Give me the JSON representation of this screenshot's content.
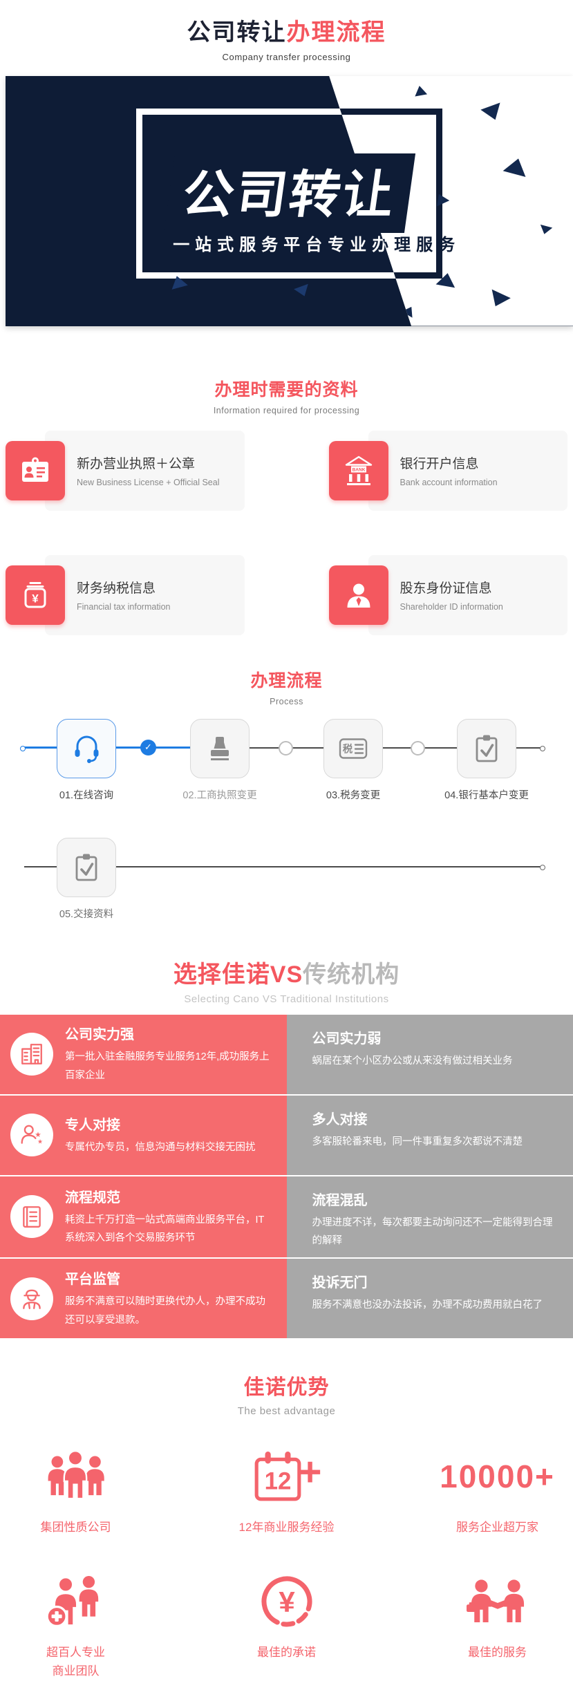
{
  "header": {
    "title_dark": "公司转让",
    "title_red": "办理流程",
    "subtitle": "Company transfer processing"
  },
  "banner": {
    "heading": "公司转让",
    "tagline_left": "一站式服务平台",
    "tagline_right": "专业办理服务"
  },
  "materials": {
    "title": "办理时需要的资料",
    "subtitle": "Information required for processing",
    "cards": [
      {
        "icon": "id-card-icon",
        "title": "新办营业执照＋公章",
        "subtitle": "New Business License + Official Seal"
      },
      {
        "icon": "bank-icon",
        "icon_text": "BANK",
        "title": "银行开户信息",
        "subtitle": "Bank account information"
      },
      {
        "icon": "money-box-icon",
        "icon_text": "¥",
        "title": "财务纳税信息",
        "subtitle": "Financial tax information"
      },
      {
        "icon": "shareholder-icon",
        "title": "股东身份证信息",
        "subtitle": "Shareholder ID information"
      }
    ]
  },
  "process": {
    "title": "办理流程",
    "subtitle": "Process",
    "check_mark": "✓",
    "steps": [
      {
        "icon": "headset-icon",
        "label": "01.在线咨询"
      },
      {
        "icon": "stamp-icon",
        "label": "02.工商执照变更"
      },
      {
        "icon": "tax-badge-icon",
        "badge": "税",
        "label": "03.税务变更"
      },
      {
        "icon": "clipboard-check-icon",
        "label": "04.银行基本户变更"
      },
      {
        "icon": "clipboard-check-icon",
        "label": "05.交接资料"
      }
    ]
  },
  "comparison": {
    "title_red": "选择佳诺VS",
    "title_gray": "传统机构",
    "subtitle": "Selecting Cano VS Traditional Institutions",
    "rows": [
      {
        "left": {
          "icon": "building-icon",
          "title": "公司实力强",
          "desc": "第一批入驻金融服务专业服务12年,成功服务上百家企业"
        },
        "right": {
          "title": "公司实力弱",
          "desc": "蜗居在某个小区办公或从来没有做过相关业务"
        }
      },
      {
        "left": {
          "icon": "agent-star-icon",
          "title": "专人对接",
          "desc": "专属代办专员，信息沟通与材料交接无困扰"
        },
        "right": {
          "title": "多人对接",
          "desc": "多客服轮番来电，同一件事重复多次都说不清楚"
        }
      },
      {
        "left": {
          "icon": "checklist-icon",
          "title": "流程规范",
          "desc": "耗资上千万打造一站式高端商业服务平台，IT系统深入到各个交易服务环节"
        },
        "right": {
          "title": "流程混乱",
          "desc": "办理进度不详，每次都要主动询问还不一定能得到合理的解释"
        }
      },
      {
        "left": {
          "icon": "supervisor-icon",
          "title": "平台监管",
          "desc": "服务不满意可以随时更换代办人，办理不成功还可以享受退款。"
        },
        "right": {
          "title": "投诉无门",
          "desc": "服务不满意也没办法投诉，办理不成功费用就白花了"
        }
      }
    ]
  },
  "advantages": {
    "title": "佳诺优势",
    "subtitle": "The best advantage",
    "items": [
      {
        "icon": "team-icon",
        "label": "集团性质公司"
      },
      {
        "icon": "calendar-12-icon",
        "calendar_number": "12",
        "plus_sign": "+",
        "label": "12年商业服务经验"
      },
      {
        "icon": "stat-number",
        "stat": "10000+",
        "label": "服务企业超万家"
      },
      {
        "icon": "add-people-icon",
        "label_line1": "超百人专业",
        "label_line2": "商业团队"
      },
      {
        "icon": "yuan-coin-icon",
        "icon_text": "¥",
        "label": "最佳的承诺"
      },
      {
        "icon": "handshake-icon",
        "label": "最佳的服务"
      }
    ]
  },
  "colors": {
    "accent_red": "#f4565e",
    "icon_red": "#f4585f",
    "navy": "#0e1c36",
    "triangle_navy": "#13294f",
    "compare_left": "#f56b6e",
    "compare_right": "#a8a8a8",
    "process_blue": "#1e7ce2",
    "card_bg": "#f7f7f7"
  }
}
